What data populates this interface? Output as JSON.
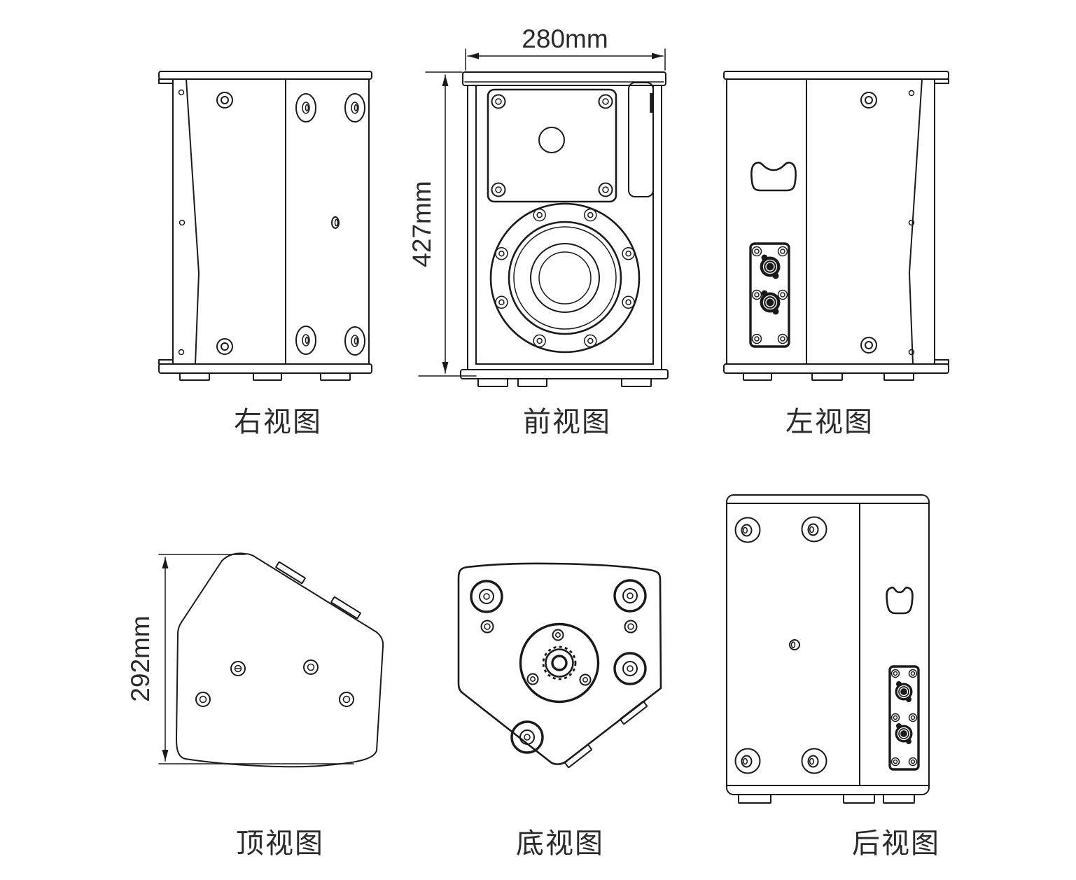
{
  "colors": {
    "background": "#ffffff",
    "line": "#1a1a1a",
    "text": "#2a2a2a"
  },
  "views": {
    "right": {
      "label": "右视图"
    },
    "front": {
      "label": "前视图"
    },
    "left": {
      "label": "左视图"
    },
    "top": {
      "label": "顶视图"
    },
    "bottom": {
      "label": "底视图"
    },
    "rear": {
      "label": "后视图"
    }
  },
  "dimensions": {
    "front_width": "280mm",
    "front_height": "427mm",
    "top_depth": "292mm"
  }
}
